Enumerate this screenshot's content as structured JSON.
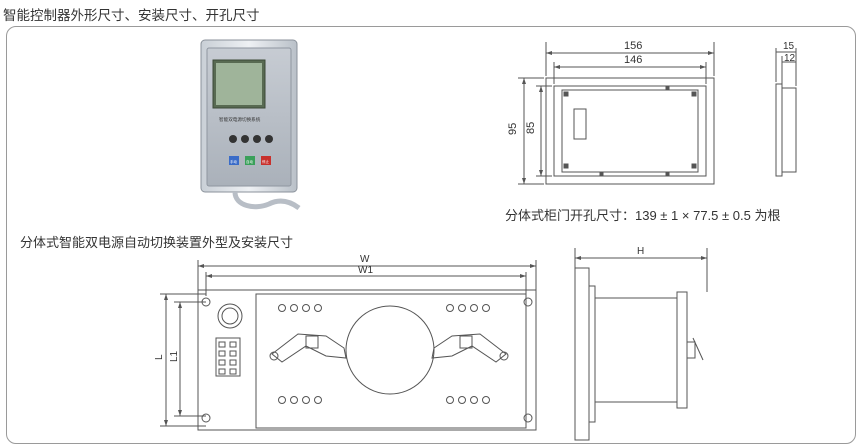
{
  "page_title": "智能控制器外形尺寸、安装尺寸、开孔尺寸",
  "controller": {
    "label_strip": "智能双电源切换系统",
    "btn_green_1": "手动",
    "btn_green_2": "自动",
    "btn_red": "停止"
  },
  "door_cutout": {
    "dim_156": "156",
    "dim_146": "146",
    "dim_95": "95",
    "dim_85": "85",
    "dim_15": "15",
    "dim_12": "12",
    "caption": "分体式柜门开孔尺寸：139 ± 1 × 77.5 ± 0.5 为根"
  },
  "split_unit": {
    "caption": "分体式智能双电源自动切换装置外型及安装尺寸",
    "dim_w": "W",
    "dim_w1": "W1",
    "dim_l": "L",
    "dim_l1": "L1",
    "dim_h": "H"
  },
  "colors": {
    "line": "#555555",
    "green_button": "#3aa05a",
    "red_button": "#c8302c",
    "blue_button": "#3a6cc8",
    "lcd": "#9fb49a",
    "frame": "#9a9a9a"
  }
}
